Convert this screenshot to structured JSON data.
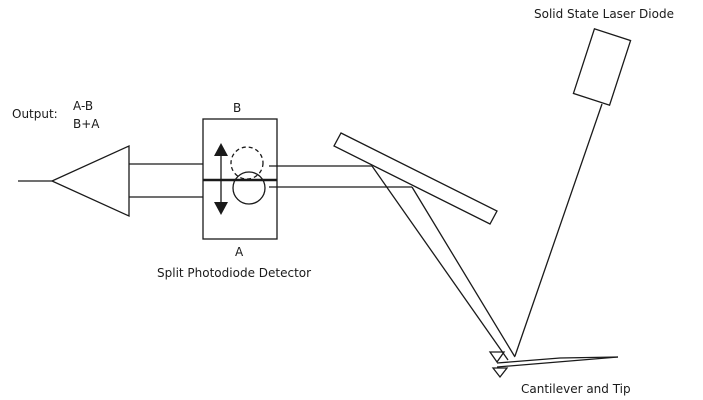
{
  "labels": {
    "laser": "Solid State Laser Diode",
    "output_prefix": "Output:",
    "output_line1": "A-B",
    "output_line2": "B+A",
    "detector_top": "B",
    "detector_bottom": "A",
    "detector": "Split Photodiode Detector",
    "cantilever": "Cantilever and Tip"
  },
  "colors": {
    "stroke": "#1a1a1a",
    "background": "#ffffff"
  },
  "icons": {
    "up_down_arrow": "up-down-arrow-icon"
  }
}
